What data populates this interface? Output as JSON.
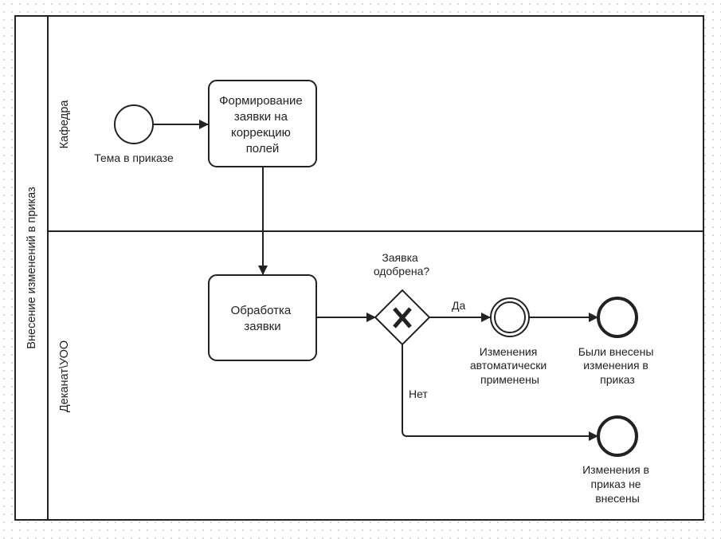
{
  "pool": {
    "label": "Внесение изменений в приказ"
  },
  "lanes": [
    {
      "label": "Кафедра"
    },
    {
      "label": "Деканат\\УОО"
    }
  ],
  "start_event": {
    "label_lines": [
      "Тема в приказе"
    ]
  },
  "task_form": {
    "label_lines": [
      "Формирование",
      "заявки на",
      "коррекцию",
      "полей"
    ]
  },
  "task_process": {
    "label_lines": [
      "Обработка",
      "заявки"
    ]
  },
  "gateway": {
    "label_lines": [
      "Заявка",
      "одобрена?"
    ],
    "symbol": "X"
  },
  "flow_yes": {
    "label": "Да"
  },
  "flow_no": {
    "label": "Нет"
  },
  "intermediate_event": {
    "label_lines": [
      "Изменения",
      "автоматически",
      "применены"
    ]
  },
  "end_event_yes": {
    "label_lines": [
      "Были внесены",
      "изменения в",
      "приказ"
    ]
  },
  "end_event_no": {
    "label_lines": [
      "Изменения в",
      "приказ не",
      "внесены"
    ]
  },
  "colors": {
    "stroke": "#222222",
    "background": "#ffffff"
  }
}
